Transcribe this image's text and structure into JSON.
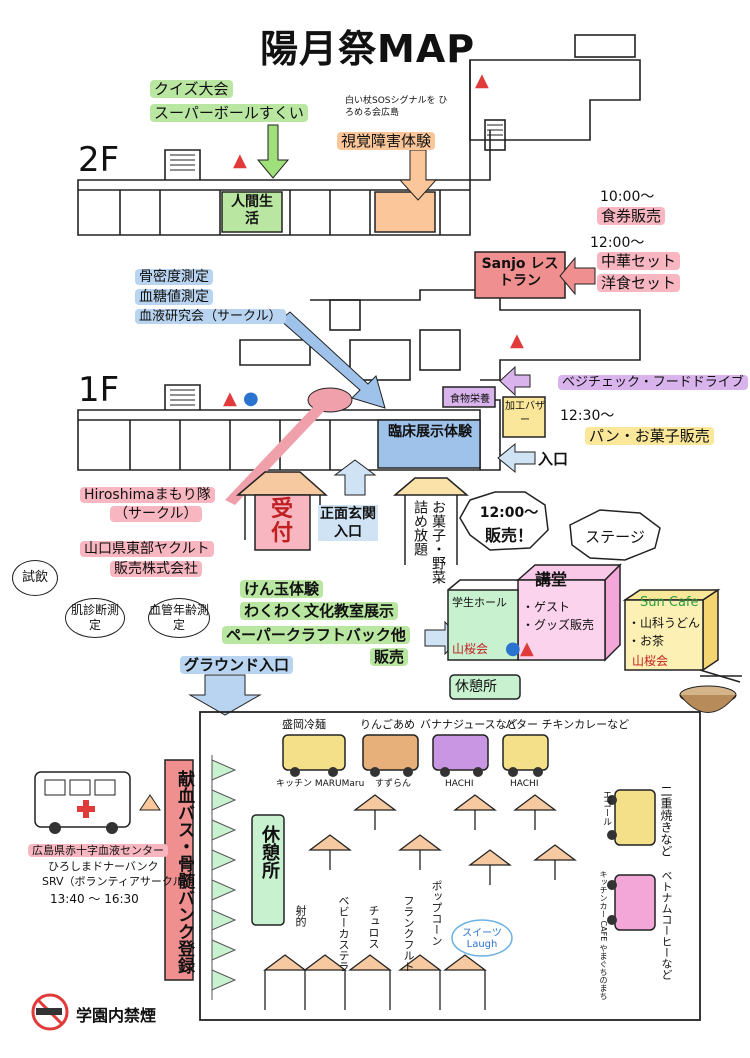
{
  "title": "陽月祭MAP",
  "floors": {
    "f2": "2F",
    "f1": "1F"
  },
  "floor2": {
    "quiz_line1": "クイズ大会",
    "quiz_line2": "スーパーボールすくい",
    "sos_small": "白い杖SOSシグナルを ひろめる会広島",
    "visual": "視覚障害体験",
    "ningen_seikatsu": "人間生活"
  },
  "schedule": {
    "t1000": "10:00～",
    "ticket": "食券販売",
    "t1200": "12:00～",
    "chuka": "中華セット",
    "yoshoku": "洋食セット",
    "restaurant": "Sanjo レストラン"
  },
  "floor1": {
    "measure1": "骨密度測定",
    "measure2": "血糖値測定",
    "measure3": "血液研究会（サークル）",
    "clinical": "臨床展示体験",
    "food_stand": "食物栄養",
    "bazaar": "加工バザー",
    "vege": "ベジチェック・フードドライブ",
    "t1230": "12:30～",
    "bread": "パン・お菓子販売",
    "entrance": "入口"
  },
  "outdoor": {
    "hiroshima1": "Hiroshimaまもり隊",
    "hiroshima2": "（サークル）",
    "yakult1": "山口県東部ヤクルト",
    "yakult2": "販売株式会社",
    "shiin": "試飲",
    "skin": "肌診断測定",
    "vessel": "血管年齢測定",
    "uketsuke": "受付",
    "main_entrance": "正面玄関入口",
    "okashi": "お菓子・野菜",
    "tsumehodai": "詰め放題",
    "sale_time": "12:00～",
    "sale": "販売！",
    "stage": "ステージ",
    "kodo": "講堂",
    "guest": "・ゲスト",
    "goods": "・グッズ販売",
    "student_hall": "学生ホール",
    "sankai1": "山桜会",
    "suncafe": "Sun Cafe",
    "udon": "・山科うどん",
    "tea": "・お茶",
    "sankai2": "山桜会",
    "kyukei": "休憩所",
    "kendama": "けん玉体験",
    "waku": "わくわく文化教室展示",
    "paper": "ペーパークラフトバック他",
    "hanbai": "販売",
    "ground_entrance": "グラウンド入口"
  },
  "ground": {
    "blood_bus": "献血バス・骨髄バンク登録",
    "kyukeisho": "休憩所",
    "food1": "盛岡冷麺",
    "food2": "りんごあめ",
    "food3": "バナナジュースなど",
    "food4": "バター チキンカレーなど",
    "truck1": "キッチン MARUMaru",
    "truck2": "すずらん",
    "truck3": "HACHI",
    "truck4": "HACHI",
    "right1": "二重焼きなど",
    "right1b": "エコール",
    "right2": "ベトナムコーヒーなど",
    "right2b": "キッチンカー CAFE やまぐちのまち",
    "stall1": "射的",
    "stall2": "ベビーカステラ",
    "stall3": "チュロス",
    "stall4": "フランクフルト",
    "stall5": "ポップコーン",
    "sweets": "スイーツLaugh"
  },
  "redcross": {
    "l1": "広島県赤十字血液センター",
    "l2": "ひろしまドナーバンク",
    "l3": "SRV（ボランティアサークル）",
    "time": "13:40 ～ 16:30"
  },
  "nosmoking": "学園内禁煙"
}
